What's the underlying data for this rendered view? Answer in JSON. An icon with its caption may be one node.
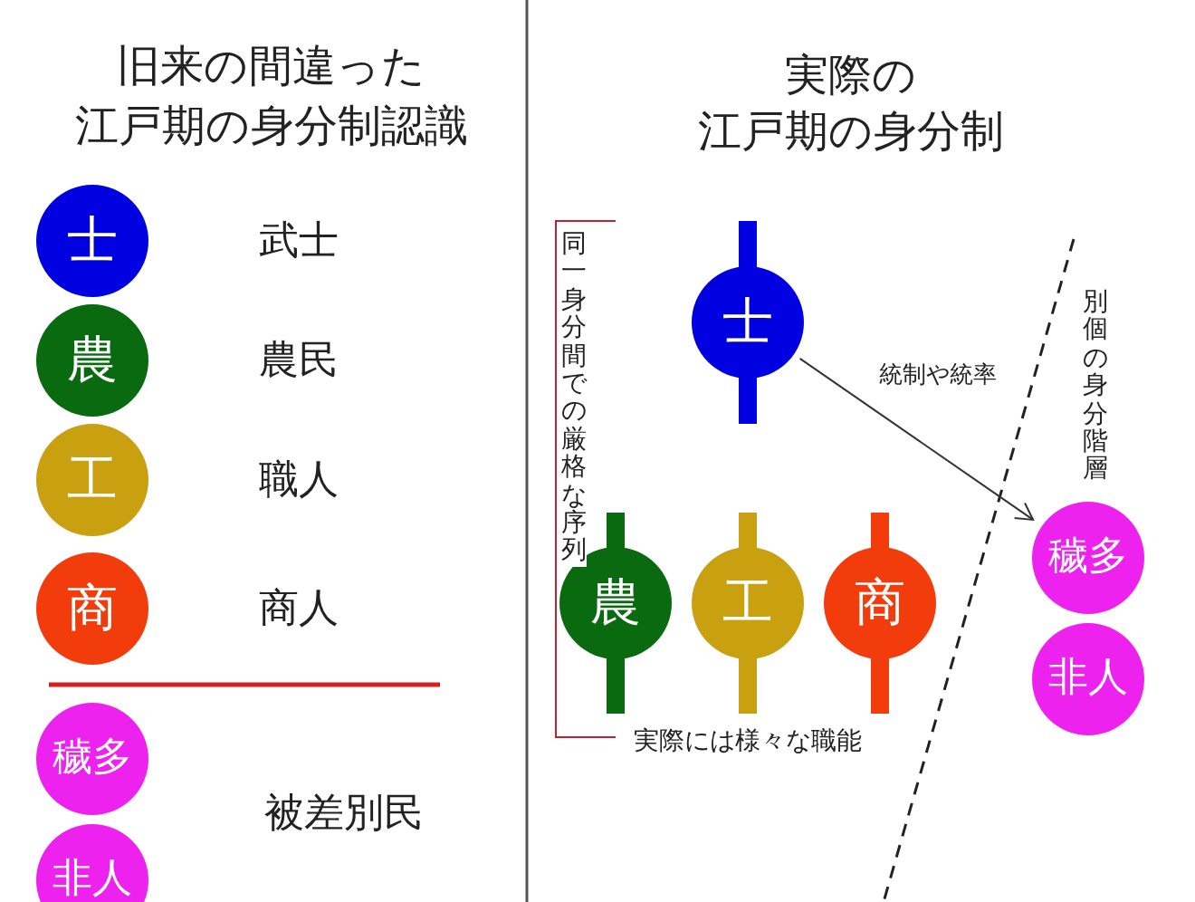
{
  "diagram": {
    "nodes": [
      {
        "text": [
          "士"
        ],
        "beside": [
          "武士"
        ]
      },
      {
        "text": [
          "農"
        ],
        "beside": [
          "農民"
        ]
      },
      {
        "text": [
          "工"
        ],
        "beside": [
          "職人"
        ]
      },
      {
        "text": [
          "商"
        ],
        "beside": [
          "商人"
        ]
      },
      {
        "text": [
          "穢多"
        ]
      },
      {
        "text": [
          "非人"
        ]
      },
      {
        "text": [
          "士"
        ]
      },
      {
        "text": [
          "農"
        ]
      },
      {
        "text": [
          "工"
        ]
      },
      {
        "text": [
          "商"
        ]
      },
      {
        "text": [
          "穢多"
        ]
      },
      {
        "text": [
          "非人"
        ]
      }
    ],
    "edges": [
      {
        "from": 6,
        "to": 10,
        "arrow": "to",
        "label": "統制や統率"
      }
    ],
    "labels": [
      "旧来の間違った",
      "江戸期の身分制認識",
      "実際の",
      "江戸期の身分制",
      "被差別民",
      "同一身分間での厳格な序列",
      "別個の身分階層",
      "実際には様々な職能"
    ]
  }
}
